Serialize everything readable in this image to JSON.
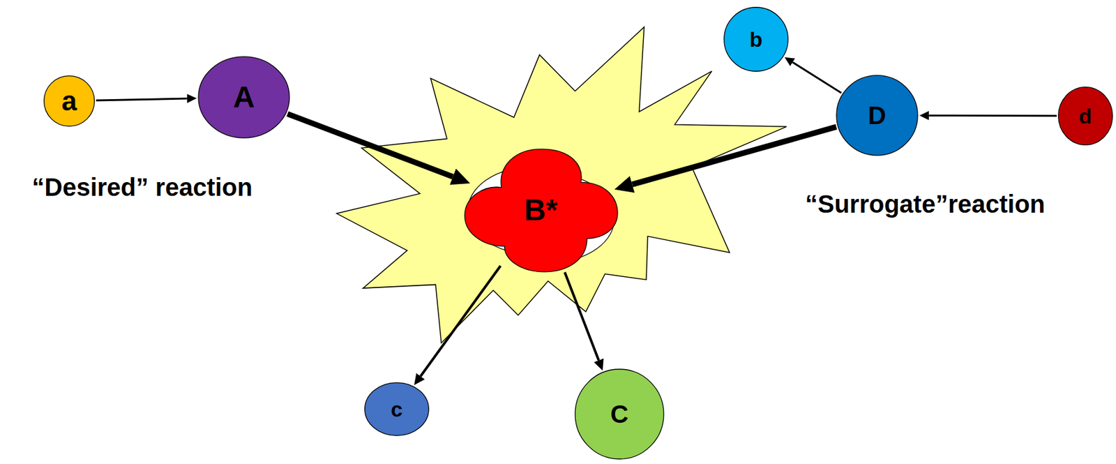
{
  "diagram": {
    "nodes": [
      {
        "text": [
          "a"
        ]
      },
      {
        "text": [
          "A"
        ]
      },
      {
        "text": [
          "B*"
        ]
      },
      {
        "text": [
          "b"
        ]
      },
      {
        "text": [
          "D"
        ]
      },
      {
        "text": [
          "d"
        ]
      },
      {
        "text": [
          "c"
        ]
      },
      {
        "text": [
          "C"
        ]
      }
    ],
    "edges": [
      {
        "from": 0,
        "to": 1,
        "arrow": "to"
      },
      {
        "from": 1,
        "to": 2,
        "arrow": "to"
      },
      {
        "from": 5,
        "to": 4,
        "arrow": "to"
      },
      {
        "from": 4,
        "to": 3,
        "arrow": "to"
      },
      {
        "from": 4,
        "to": 2,
        "arrow": "to"
      },
      {
        "from": 2,
        "to": 6,
        "arrow": "to"
      },
      {
        "from": 2,
        "to": 7,
        "arrow": "to"
      }
    ],
    "labels": [
      "“Desired” reaction",
      "“Surrogate”reaction"
    ]
  }
}
